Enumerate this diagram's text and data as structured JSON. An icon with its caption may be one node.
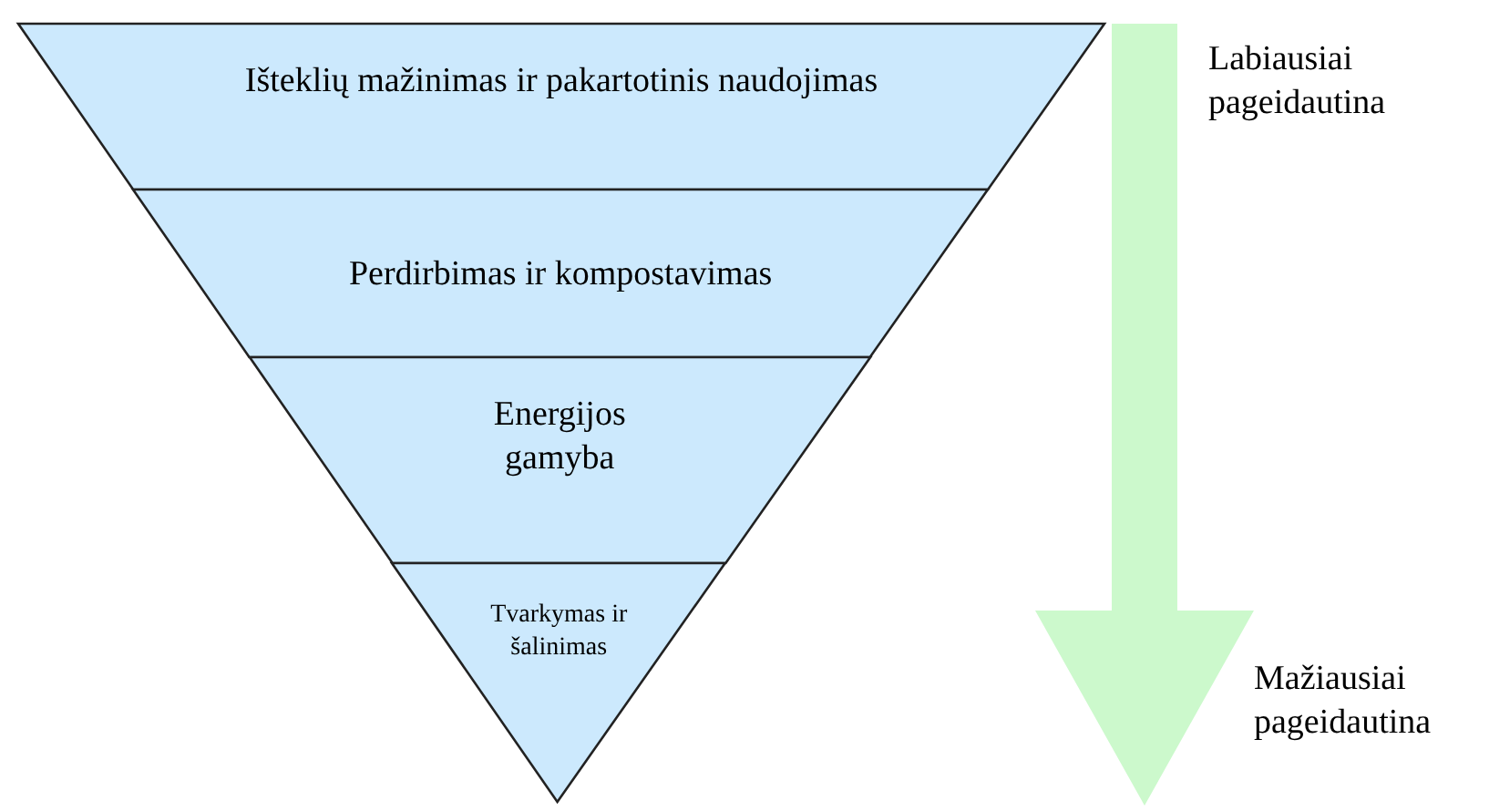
{
  "diagram": {
    "nodes": [
      {
        "text": [
          "Išteklių mažinimas ir pakartotinis naudojimas"
        ]
      },
      {
        "text": [
          "Perdirbimas ir kompostavimas"
        ]
      },
      {
        "text": [
          "Energijos gamyba"
        ]
      },
      {
        "text": [
          "Tvarkymas ir šalinimas"
        ]
      }
    ],
    "labels": [
      "Labiausiai pageidautina",
      "Mažiausiai pageidautina"
    ]
  }
}
